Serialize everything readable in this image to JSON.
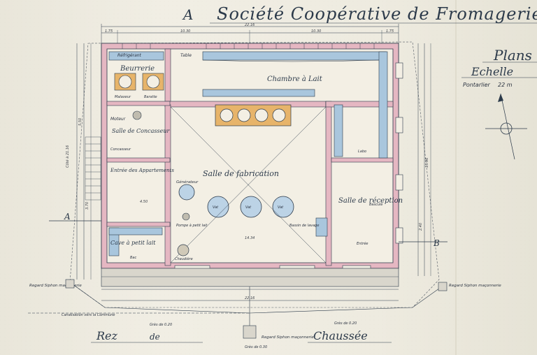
{
  "title": {
    "letter": "A",
    "text": "Société Coopérative de Fromagerie"
  },
  "side": {
    "plans": "Plans",
    "scale": "Echelle",
    "place": "Pontarlier",
    "date_fragment": "22 m"
  },
  "footer": {
    "level_left": "Rez",
    "level_de": "de",
    "level_right": "Chaussée"
  },
  "rooms": {
    "refrigerant": "Réfrigérant",
    "table": "Table",
    "beurrerie": "Beurrerie",
    "malaxeur": "Malaxeur",
    "baratte": "Baratte",
    "chambre_lait": "Chambre à Lait",
    "moteur": "Moteur",
    "salle_concasseur": "Salle de Concasseur",
    "concasseur": "Concasseur",
    "entree_appartements": "Entrée des Appartements",
    "salle_fabrication": "Salle de fabrication",
    "generateur": "Générateur",
    "pompe": "Pompe à petit lait",
    "chaudiere": "Chaudière",
    "cave_petit_lait": "Cave à petit lait",
    "bac": "Bac",
    "bassin": "Bassin de lavage",
    "salle_reception": "Salle de réception",
    "bascule": "Bascule",
    "entree": "Entrée",
    "labo": "Labo",
    "regard_left": "Regard Siphon maçonnerie",
    "regard_right": "Regard Siphon maçonnerie",
    "regard_bottom": "Regard Siphon maçonnerie",
    "canalisation": "Canalisation vers la Commune",
    "gres": "Grès de 0.20",
    "gres2": "Grès de 0.20",
    "gres3": "Grès de 0.30",
    "vat": "Vat",
    "cut_a": "A",
    "cut_b": "B"
  },
  "dims": {
    "overall": "22.16",
    "top_left": "1.75",
    "top_seg1": "10.30",
    "top_seg2": "10.30",
    "top_right": "1.75",
    "bottom_overall": "22.16",
    "left_overall": "Côté à 21.16",
    "right_overall": "13.96",
    "inner_width": "14.34",
    "side1": "5.50",
    "side2": "3.70",
    "side3": "2.40",
    "side4": "4.50"
  },
  "colors": {
    "wall_pink": "#e5b7c2",
    "wall_blue": "#a9c6dd",
    "ink": "#2c3a4a",
    "vat_orange": "#e7b46a",
    "vat_blue": "#bcd3e6"
  }
}
